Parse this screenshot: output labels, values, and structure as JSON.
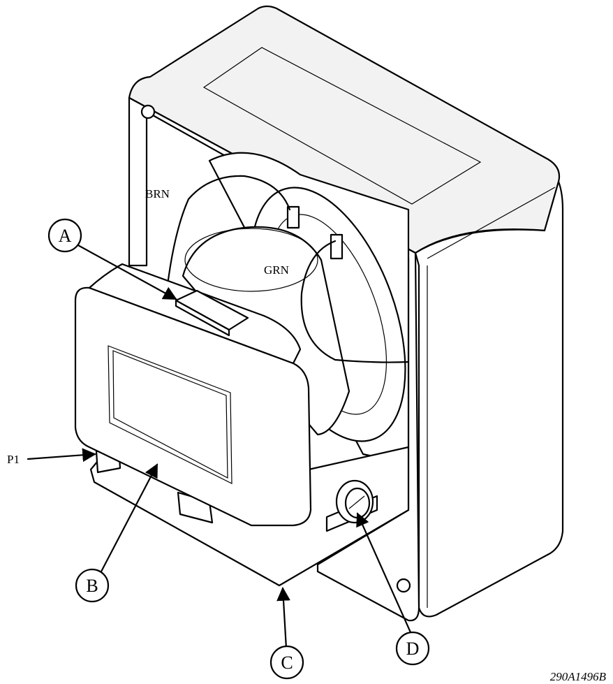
{
  "diagram": {
    "callouts": {
      "a": "A",
      "b": "B",
      "c": "C",
      "d": "D"
    },
    "wire_labels": {
      "brown": "BRN",
      "green": "GRN",
      "p1": "P1"
    },
    "figure_id": "290A1496B"
  }
}
